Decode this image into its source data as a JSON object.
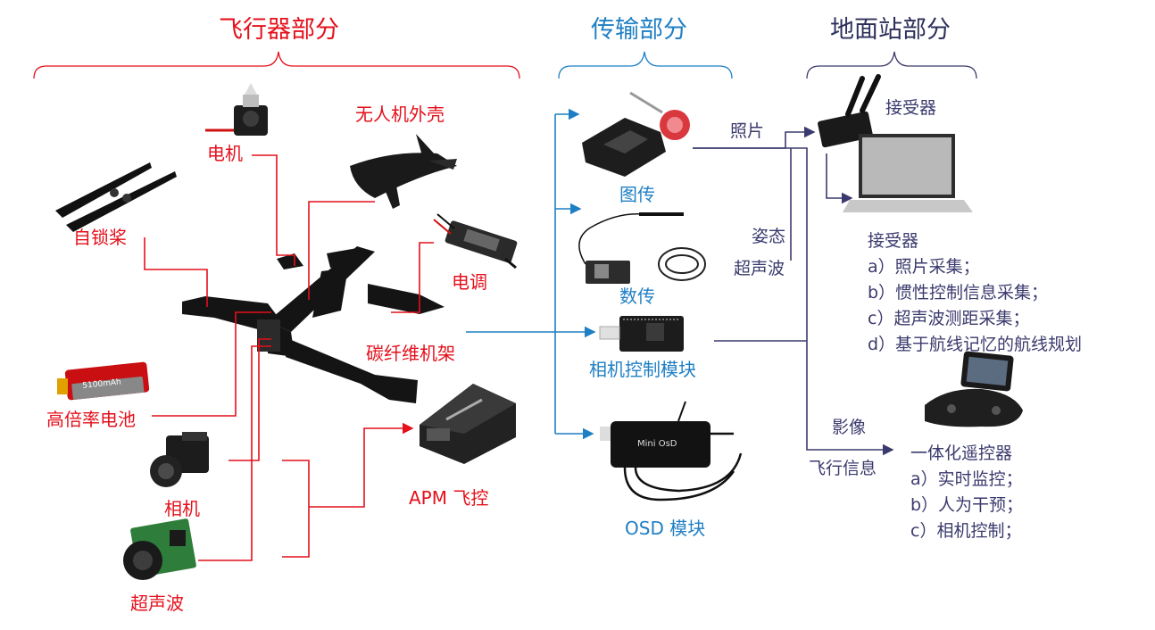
{
  "sections": {
    "aircraft": "飞行器部分",
    "transmission": "传输部分",
    "ground": "地面站部分"
  },
  "aircraft_parts": {
    "motor": "电机",
    "shell": "无人机外壳",
    "propeller": "自锁桨",
    "esc": "电调",
    "frame": "碳纤维机架",
    "battery": "高倍率电池",
    "camera": "相机",
    "ultrasonic": "超声波",
    "flight_controller": "APM 飞控"
  },
  "transmission_parts": {
    "video_tx": "图传",
    "data_tx": "数传",
    "camera_ctrl": "相机控制模块",
    "osd": "OSD 模块"
  },
  "ground": {
    "receiver_top": "接受器",
    "photo_label": "照片",
    "attitude_label": "姿态",
    "ultrasonic_label": "超声波",
    "image_label": "影像",
    "flight_info_label": "飞行信息",
    "receiver_title": "接受器",
    "receiver_items": [
      "a）照片采集；",
      "b）惯性控制信息采集；",
      "c）超声波测距采集；",
      "d）基于航线记忆的航线规划"
    ],
    "remote_title": "一体化遥控器",
    "remote_items": [
      "a）实时监控；",
      "b）人为干预；",
      "c）相机控制；"
    ]
  },
  "product_marks": {
    "battery_label": "5100mAh",
    "osd_label": "Mini OsD"
  },
  "colors": {
    "aircraft": "#e4101b",
    "transmission": "#1f7fc4",
    "ground": "#3b3a6e"
  }
}
